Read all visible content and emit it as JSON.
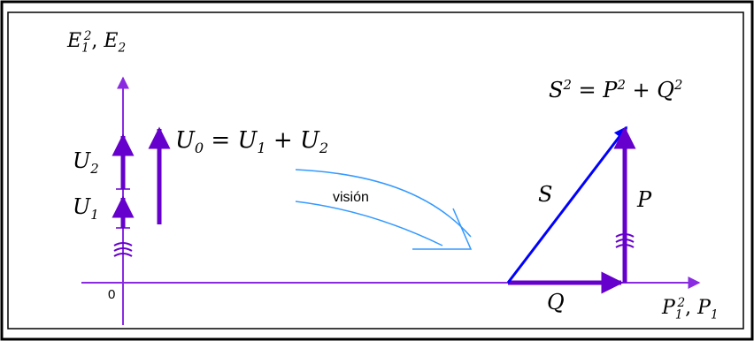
{
  "labels": {
    "y_axis_E_base": "E",
    "y_axis_E_sub1": "1",
    "y_axis_E_sup": "2",
    "y_axis_sep": ", ",
    "y_axis_E2_base": "E",
    "y_axis_E2_sub": "2",
    "U0_base": "U",
    "U0_sub": "0",
    "U0_eq": " = ",
    "U0_U1_base": "U",
    "U0_U1_sub": "1",
    "U0_plus": " + ",
    "U0_U2_base": "U",
    "U0_U2_sub": "2",
    "U2_base": "U",
    "U2_sub": "2",
    "U1_base": "U",
    "U1_sub": "1",
    "zero": "0",
    "vision": "visión",
    "S_eq_S": "S",
    "S_eq_S_sup": "2",
    "S_eq_eq": " = ",
    "S_eq_P": "P",
    "S_eq_P_sup": "2",
    "S_eq_plus": " + ",
    "S_eq_Q": "Q",
    "S_eq_Q_sup": "2",
    "S": "S",
    "P": "P",
    "Q": "Q",
    "x_axis_P_base": "P",
    "x_axis_P_sub1": "1",
    "x_axis_P_sup": "2",
    "x_axis_sep": ", ",
    "x_axis_P2_base": "P",
    "x_axis_P2_sub": "1"
  },
  "colors": {
    "frame": "#000000",
    "axis": "#8a2be2",
    "vector": "#6600cc",
    "hypotenuse": "#0000ff",
    "vision_arrow": "#3399ff"
  }
}
